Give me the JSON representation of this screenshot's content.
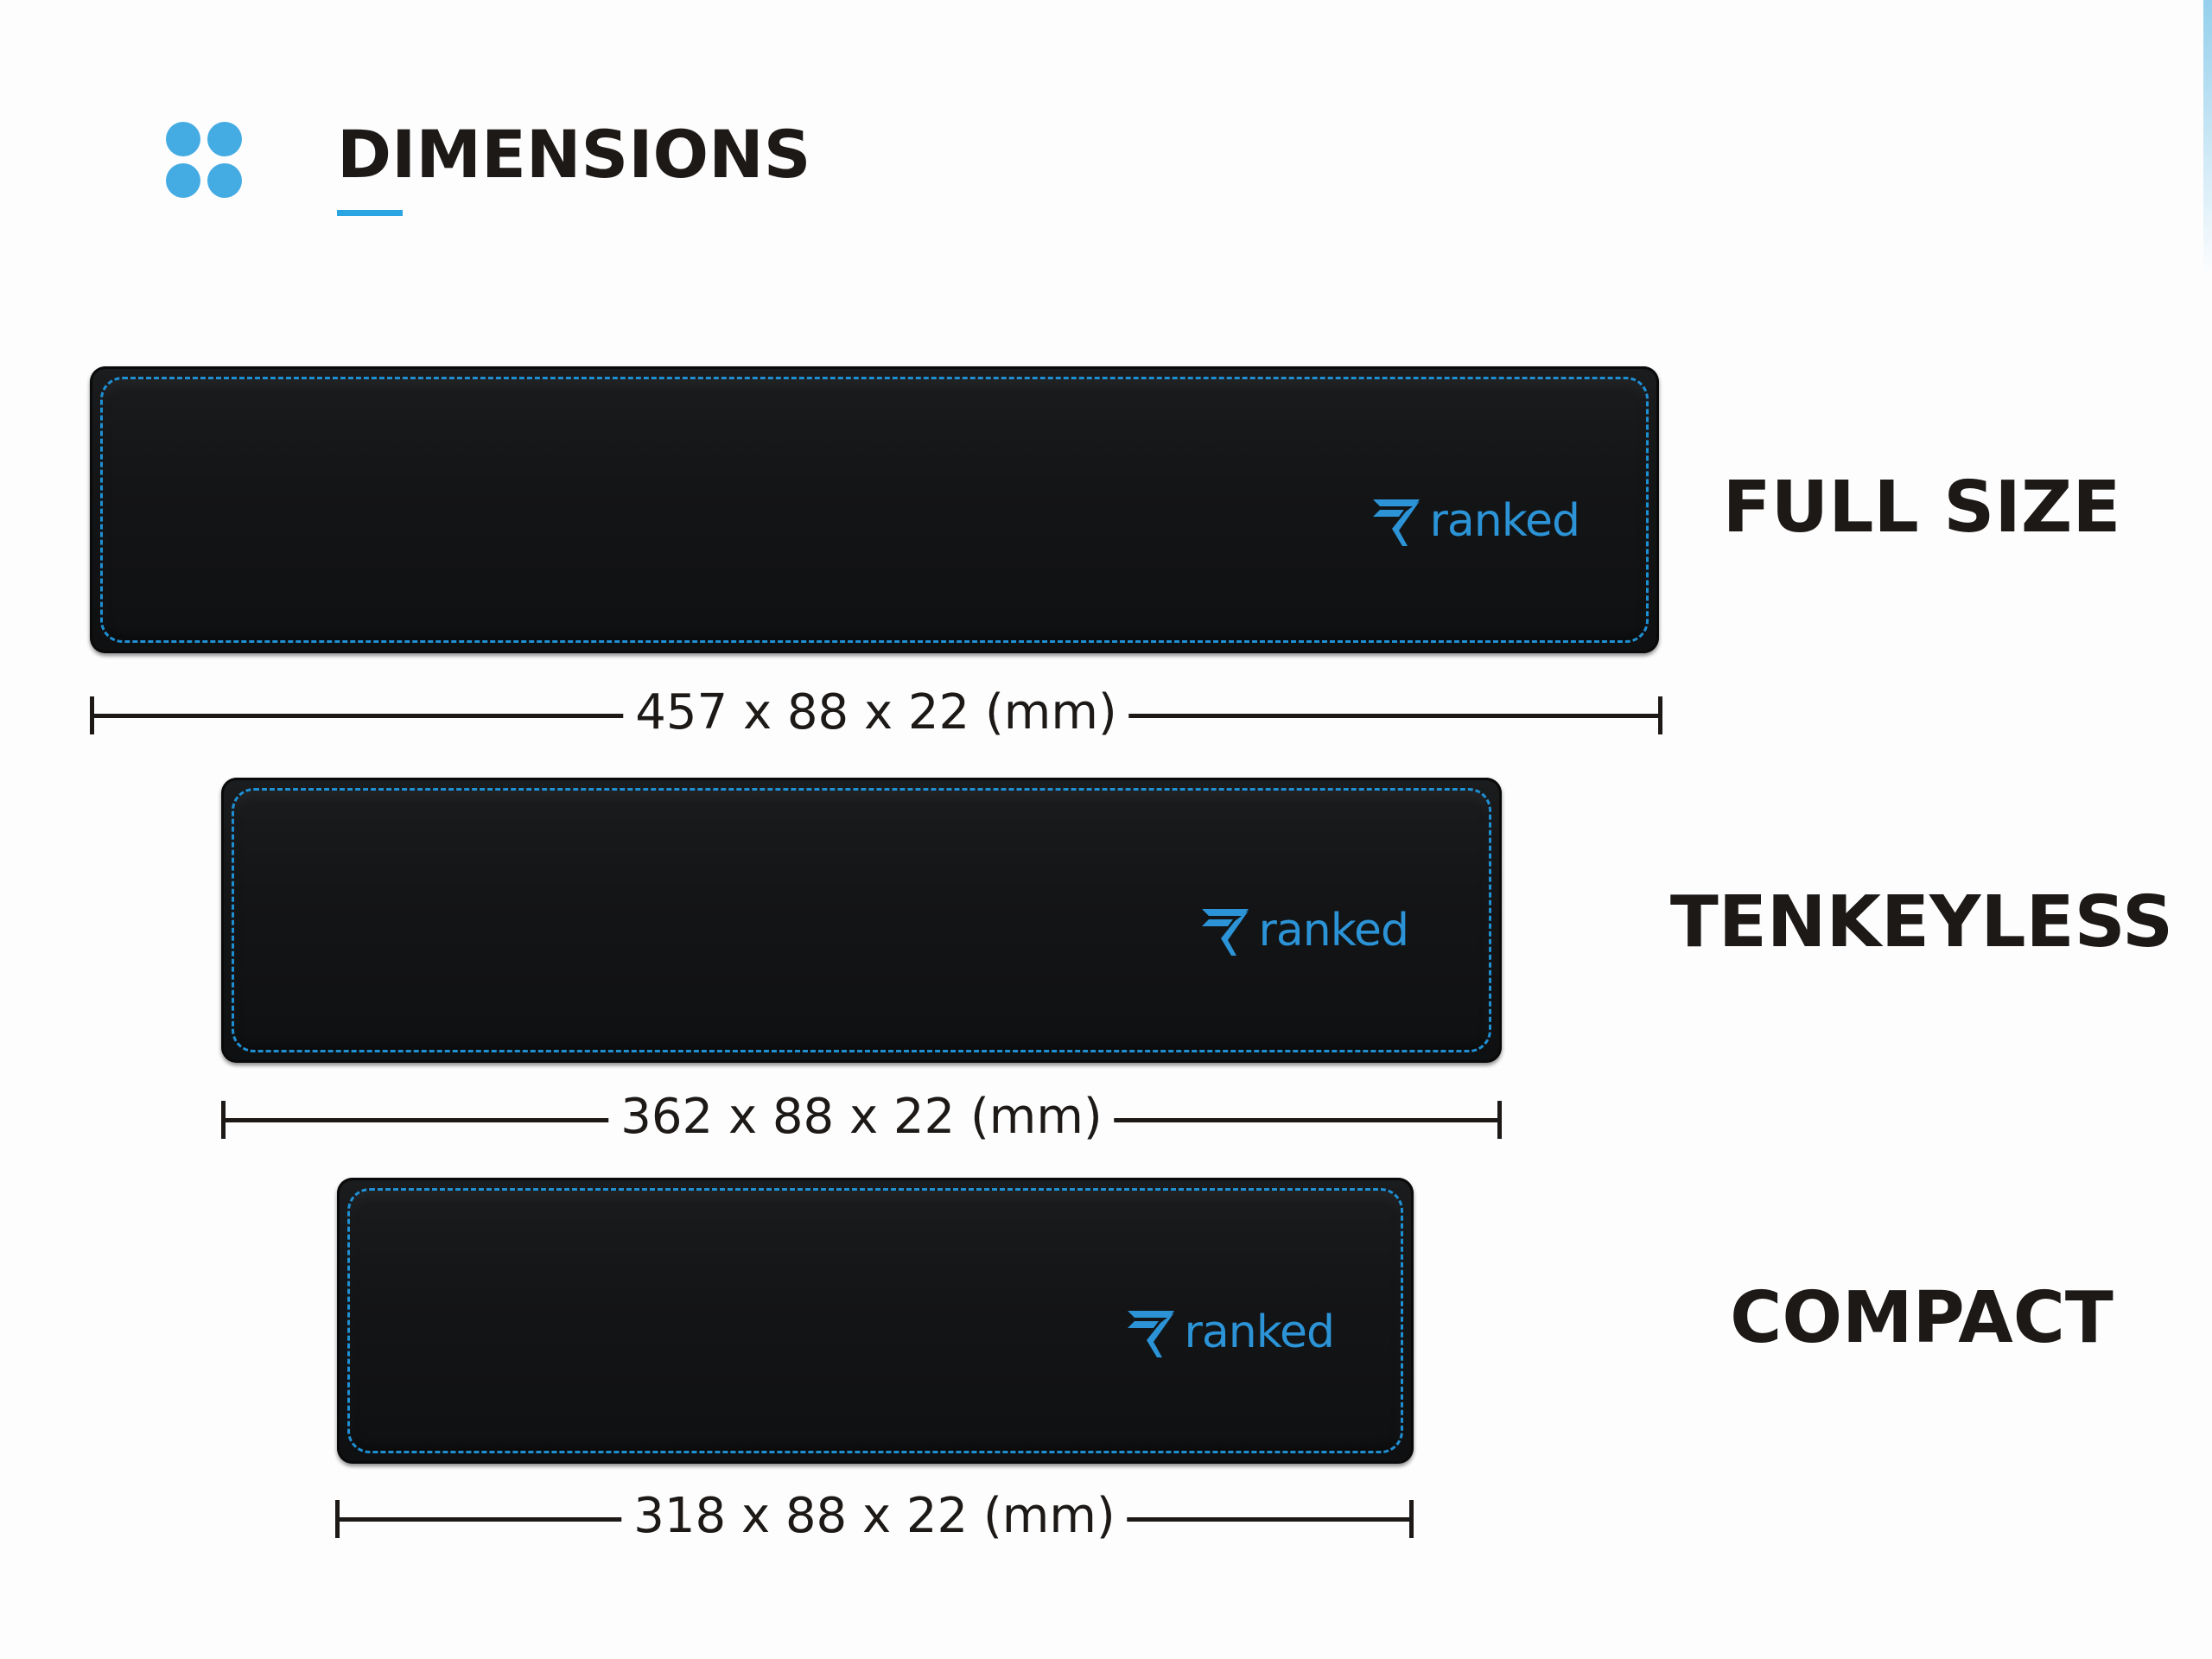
{
  "header": {
    "title": "DIMENSIONS",
    "accent_color": "#2ba5e1",
    "icon": "four-dots-icon"
  },
  "brand": {
    "logo_text": "ranked",
    "logo_color": "#2b93d6",
    "stitch_color": "#1f8fd3"
  },
  "products": [
    {
      "label": "FULL SIZE",
      "dimensions": "457 x 88 x 22 (mm)"
    },
    {
      "label": "TENKEYLESS",
      "dimensions": "362 x 88 x 22 (mm)"
    },
    {
      "label": "COMPACT",
      "dimensions": "318 x 88 x 22 (mm)"
    }
  ]
}
